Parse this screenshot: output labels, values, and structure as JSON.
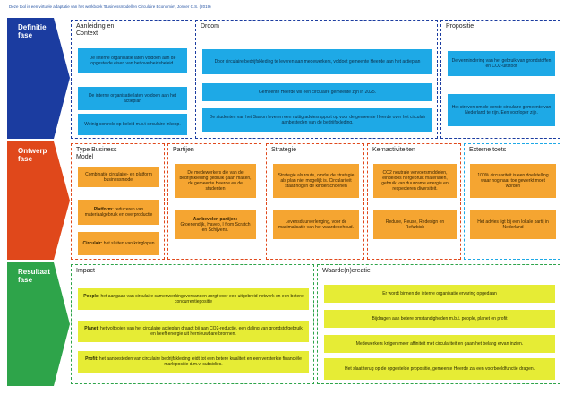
{
  "caption": "Deze tool is een virtuele adaptatie van het werkboek 'Businessmodellen Circulaire Economie', Jonker C.S. (2019)",
  "colors": {
    "blue": "#1ea9e6",
    "orange": "#f5a531",
    "yellow": "#e6ec35",
    "phase_definitie": "#1b3ca0",
    "phase_ontwerp": "#e0481b",
    "phase_resultaat": "#2ea44a"
  },
  "phases": [
    {
      "line1": "Definitie",
      "line2": "fase"
    },
    {
      "line1": "Ontwerp",
      "line2": "fase"
    },
    {
      "line1": "Resultaat",
      "line2": "fase"
    }
  ],
  "sections": {
    "aanleiding": {
      "title_l1": "Aanleiding en",
      "title_l2": "Context",
      "cards": [
        "De interne organisatie laten voldoen aan de opgestelde eisen van het overheidsbeleid.",
        "De interne organisatie laten voldoen aan het actieplan",
        "Weinig controle op beleid m.b.t circulaire inkoop."
      ]
    },
    "droom": {
      "title": "Droom",
      "cards": [
        "Door circulaire bedrijfskleding te leveren aan medewerkers, voldoet gemeente Heerde aan het actieplan",
        "Gemeente Heerde wil een circulaire gemeente zijn in 2025.",
        "De studenten van het Saxion leveren een nuttig adviesrapport op voor de gemeente Heerde over het circulair aanbesteden van de bedrijfskleding."
      ]
    },
    "propositie": {
      "title": "Propositie",
      "cards": [
        "De vermindering van het gebruik van grondstoffen en CO2-uitstoot",
        "Het streven om de eerste circulaire gemeente van Nederland te zijn. Een voorloper zijn."
      ]
    },
    "type_bm": {
      "title_l1": "Type Business",
      "title_l2": "Model",
      "cards": [
        {
          "strong": "",
          "text": "Combinatie circulaire- en platform businessmodel"
        },
        {
          "strong": "Platform:",
          "text": " reduceren van materiaalgebruik en overproductie"
        },
        {
          "strong": "Circulair:",
          "text": " het sluiten van kringlopen"
        }
      ]
    },
    "partijen": {
      "title": "Partijen",
      "card1": "De medewerkers die van de bedrijfskleding gebruik gaan maken, de gemeente Heerde en de studenten",
      "card2_strong": "Aanbevolen partijen:",
      "card2_text": "Groenendijk, Havep, I from Scratch en Schijvens."
    },
    "strategie": {
      "title": "Strategie",
      "cards": [
        "Strategie als route, omdat de strategie als plan niet mogelijk is. Circulariteit staat nog in de kinderschoenen",
        "Levensduurverlenging, voor de maximalisatie van het waardebehoud."
      ]
    },
    "kernactiviteiten": {
      "title": "Kernactiviteiten",
      "cards": [
        "CO2 neutrale vervoersmiddelen, eindeloos hergebruik materialen, gebruik van duurzame energie en respecteren diversiteit.",
        "Reduce, Reuse, Redesign en Refurbish"
      ]
    },
    "externe_toets": {
      "title": "Externe toets",
      "cards": [
        "100% circulariteit is een doelstelling waar nog naar toe gewerkt moet worden",
        "Het advies ligt bij een lokale partij in Nederland"
      ]
    },
    "impact": {
      "title": "Impact",
      "cards": [
        {
          "strong": "People",
          "text": ": het aangaan van circulaire samenwerkingsverbanden zorgt voor een uitgebreid netwerk en een betere concurrentiepositie"
        },
        {
          "strong": "Planet",
          "text": ": het voltooien van het circulaire actieplan draagt bij aan CO2-reductie, een daling van grondstofgebruik en heeft energie uit hernieuwbare bronnen."
        },
        {
          "strong": "Profit",
          "text": ": het aanbesteden van circulaire bedrijfskleding leidt tot een betere kwaliteit en een versterkte financiële marktpositie d.m.v. subsidies."
        }
      ]
    },
    "waardecreatie": {
      "title": "Waarde(n)creatie",
      "cards": [
        "Er wordt binnen de interne organisatie ervaring opgedaan",
        "Bijdragen aan betere omstandigheden m.b.t. people, planet en profit",
        "Medewerkers krijgen meer affiniteit met circulariteit en gaan het belang ervan inzien.",
        "Het slaat terug op de opgestelde propositie, gemeente Heerde zal een voorbeeldfunctie dragen."
      ]
    }
  }
}
